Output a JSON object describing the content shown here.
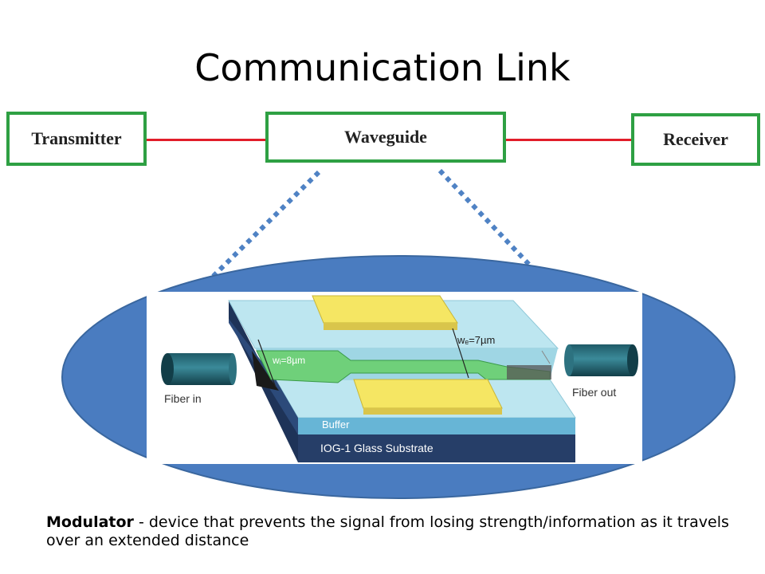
{
  "title": "Communication Link",
  "blocks": {
    "transmitter": "Transmitter",
    "waveguide": "Waveguide",
    "receiver": "Receiver"
  },
  "device": {
    "fiber_in": "Fiber in",
    "fiber_out": "Fiber out",
    "width_out": "wₑ=7µm",
    "width_in": "wᵢ=8µm",
    "buffer": "Buffer",
    "substrate": "IOG-1 Glass Substrate"
  },
  "description": {
    "term": "Modulator",
    "text": " - device that prevents the signal from losing strength/information as it travels over an extended distance"
  },
  "colors": {
    "block_border": "#2ea043",
    "link": "#e11d2a",
    "ellipse": "#4a7cc0",
    "electrode": "#f5e663",
    "waveguide_core": "#6fd07a",
    "substrate": "#263e68"
  }
}
